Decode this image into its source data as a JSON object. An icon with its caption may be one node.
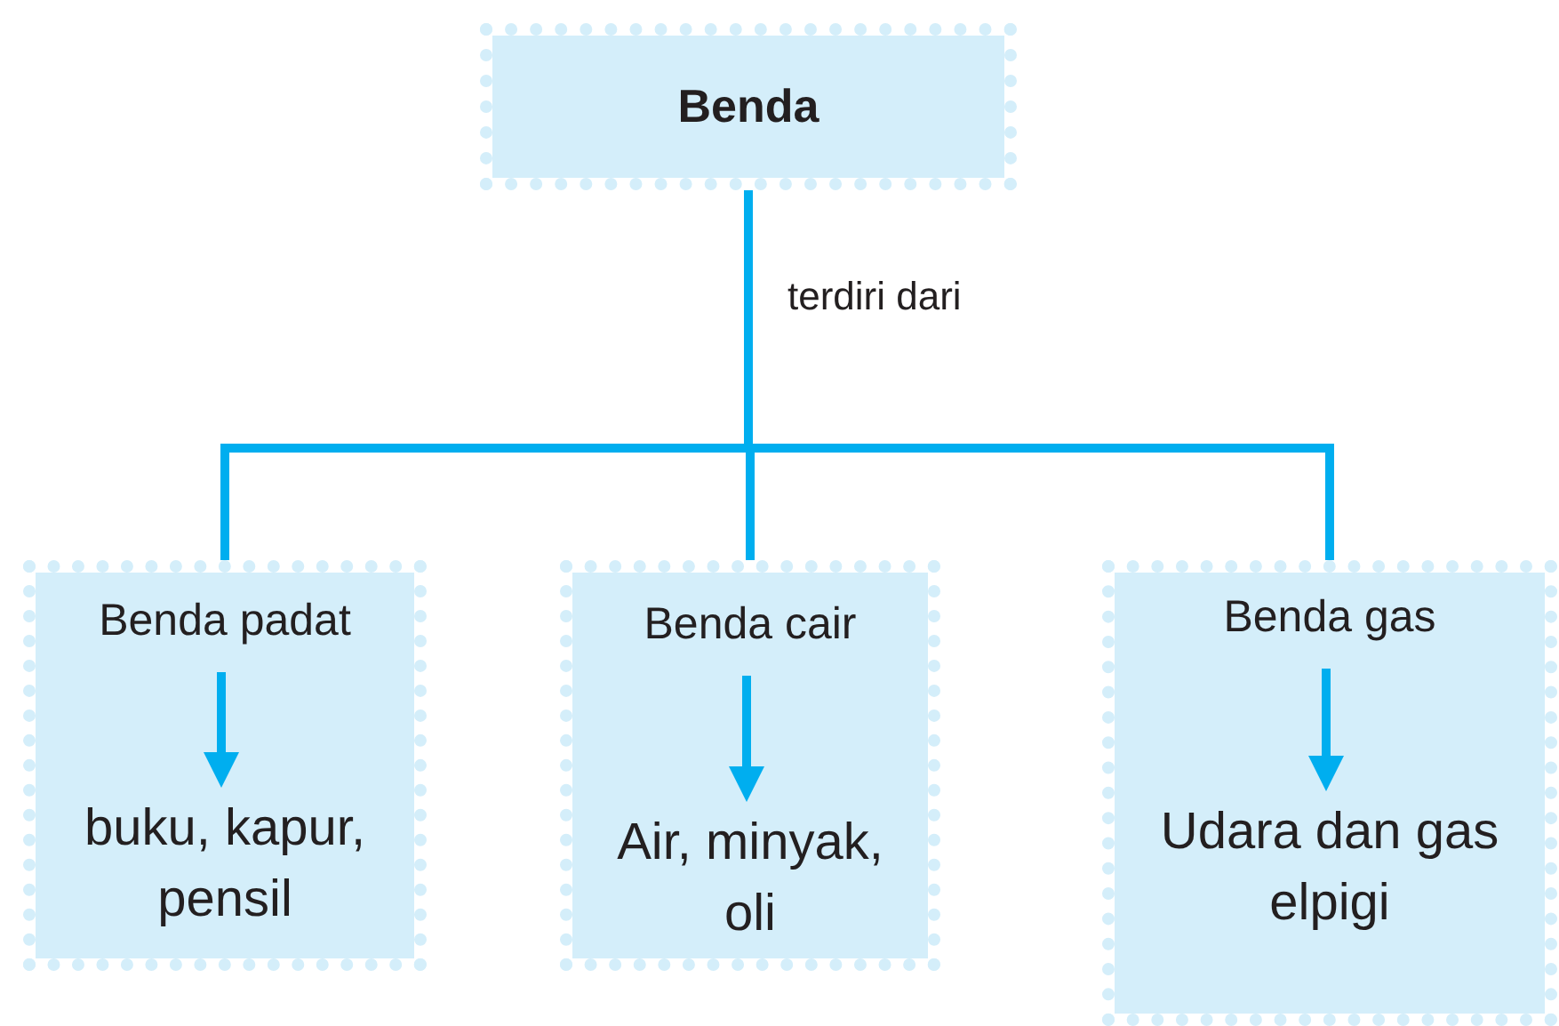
{
  "diagram": {
    "nodes": [
      {
        "text": [
          "Benda"
        ]
      },
      {
        "text": [],
        "shape": "box"
      },
      {
        "text": [
          "Benda padat"
        ],
        "in": 1
      },
      {
        "text": [
          "buku, kapur, pensil"
        ],
        "in": 1
      },
      {
        "text": [],
        "shape": "box"
      },
      {
        "text": [
          "Benda cair"
        ],
        "in": 4
      },
      {
        "text": [
          "Air, minyak, oli"
        ],
        "in": 4
      },
      {
        "text": [],
        "shape": "box"
      },
      {
        "text": [
          "Benda gas"
        ],
        "in": 7
      },
      {
        "text": [
          "Udara dan gas elpigi"
        ],
        "in": 7
      }
    ],
    "edges": [
      {
        "from": 0,
        "to": 1,
        "arrow": "none"
      },
      {
        "from": 0,
        "to": 4,
        "arrow": "none",
        "label": "terdiri dari"
      },
      {
        "from": 0,
        "to": 7,
        "arrow": "none"
      },
      {
        "from": 2,
        "to": 3,
        "arrow": "to"
      },
      {
        "from": 5,
        "to": 6,
        "arrow": "to"
      },
      {
        "from": 8,
        "to": 9,
        "arrow": "to"
      }
    ]
  }
}
